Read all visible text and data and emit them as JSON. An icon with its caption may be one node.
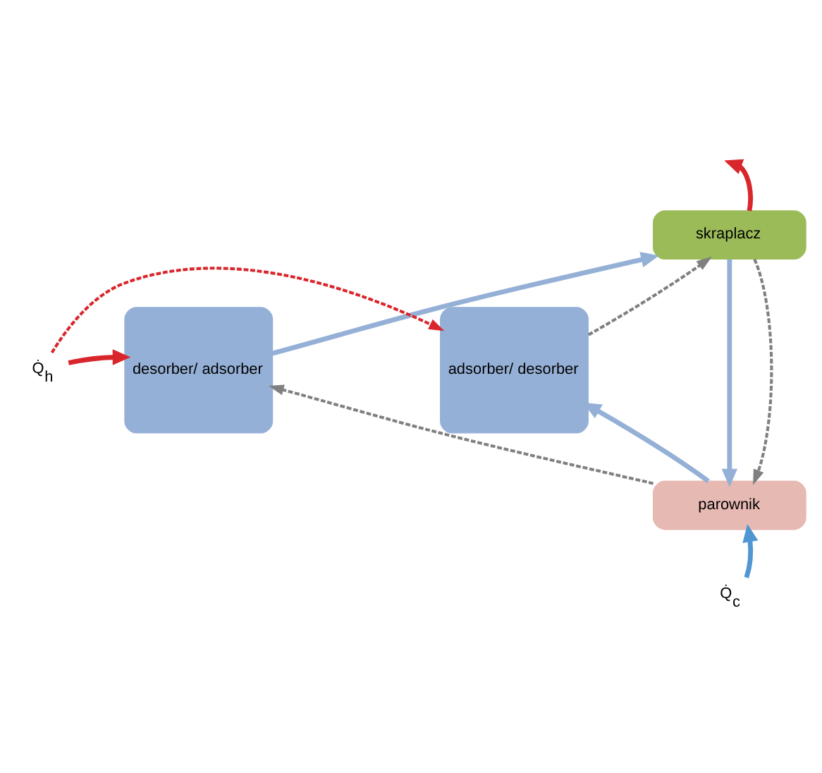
{
  "diagram": {
    "nodes": [
      {
        "text": [
          "skraplacz"
        ]
      },
      {
        "text": [
          "desorber/ adsorber"
        ]
      },
      {
        "text": [
          "adsorber/ desorber"
        ]
      },
      {
        "text": [
          "parownik"
        ]
      },
      {
        "text": [
          "Q̇$_{h}$"
        ]
      },
      {
        "text": [
          "Q̇$_{c}$"
        ]
      }
    ],
    "edges": [
      {
        "from": 1,
        "to": 0,
        "arrow": "to",
        "color": "#95b0d6"
      },
      {
        "from": 0,
        "to": 3,
        "arrow": "to",
        "color": "#95b0d6"
      },
      {
        "from": 3,
        "to": 2,
        "arrow": "to",
        "color": "#95b0d6"
      },
      {
        "from": 2,
        "to": 0,
        "arrow": "to",
        "style": "dashed",
        "color": "#808080"
      },
      {
        "from": 0,
        "to": 3,
        "arrow": "to",
        "style": "dashed",
        "color": "#808080"
      },
      {
        "from": 3,
        "to": 1,
        "arrow": "to",
        "style": "dashed",
        "color": "#808080"
      },
      {
        "from": 4,
        "to": 1,
        "arrow": "to",
        "color": "#d9262c"
      },
      {
        "from": 4,
        "to": 2,
        "arrow": "to",
        "style": "dashed",
        "color": "#d9262c"
      },
      {
        "from": 0,
        "to": null,
        "arrow": "to",
        "color": "#d9262c"
      },
      {
        "from": 5,
        "to": 3,
        "arrow": "to",
        "color": "#4f96d2"
      }
    ]
  }
}
